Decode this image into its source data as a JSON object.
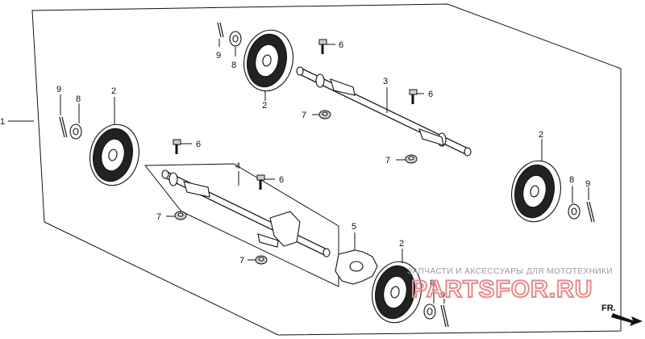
{
  "callouts": {
    "assembly": "1",
    "wheel_tl": "2",
    "wheel_top": "2",
    "wheel_r": "2",
    "wheel_b": "2",
    "axle_rear": "3",
    "axle_front": "4",
    "plate": "5",
    "bolt_a": "6",
    "bolt_b": "6",
    "bolt_c": "6",
    "bolt_d": "6",
    "nut_a": "7",
    "nut_b": "7",
    "nut_c": "7",
    "nut_d": "7",
    "washer_a": "8",
    "washer_b": "8",
    "washer_c": "8",
    "washer_d": "8",
    "pin_a": "9",
    "pin_b": "9",
    "pin_c": "9",
    "pin_d": "9"
  },
  "watermark": {
    "caption": "ЗАПЧАСТИ И АКСЕССУАРЫ ДЛЯ МОТОТЕХНИКИ",
    "logo": "PARTSFOR.RU"
  },
  "direction": {
    "label": "FR."
  },
  "colors": {
    "line": "#111111",
    "watermark_logo": "#e58a8a",
    "watermark_text": "#9a9a9a"
  }
}
